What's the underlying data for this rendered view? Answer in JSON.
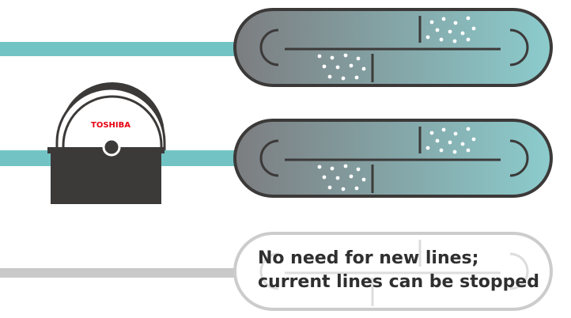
{
  "brand": {
    "logo_text": "TOSHIBA",
    "logo_color": "#e60012"
  },
  "colors": {
    "pipe": "#72c4c4",
    "pipe_inactive": "#c9c9c9",
    "machine": "#3c3a39",
    "tank_left": "#7c7d80",
    "tank_right": "#8ccccd",
    "tank_outline": "#3c3a39",
    "idle_outline": "#cccccc",
    "caption_text": "#2f2f2f"
  },
  "rows": [
    {
      "id": "line-1",
      "status": "active"
    },
    {
      "id": "line-2",
      "status": "active",
      "connected_device": "magnetic-separator"
    },
    {
      "id": "line-3",
      "status": "inactive"
    }
  ],
  "caption": {
    "line1": "No need for new lines;",
    "line2": "current lines can be stopped"
  }
}
